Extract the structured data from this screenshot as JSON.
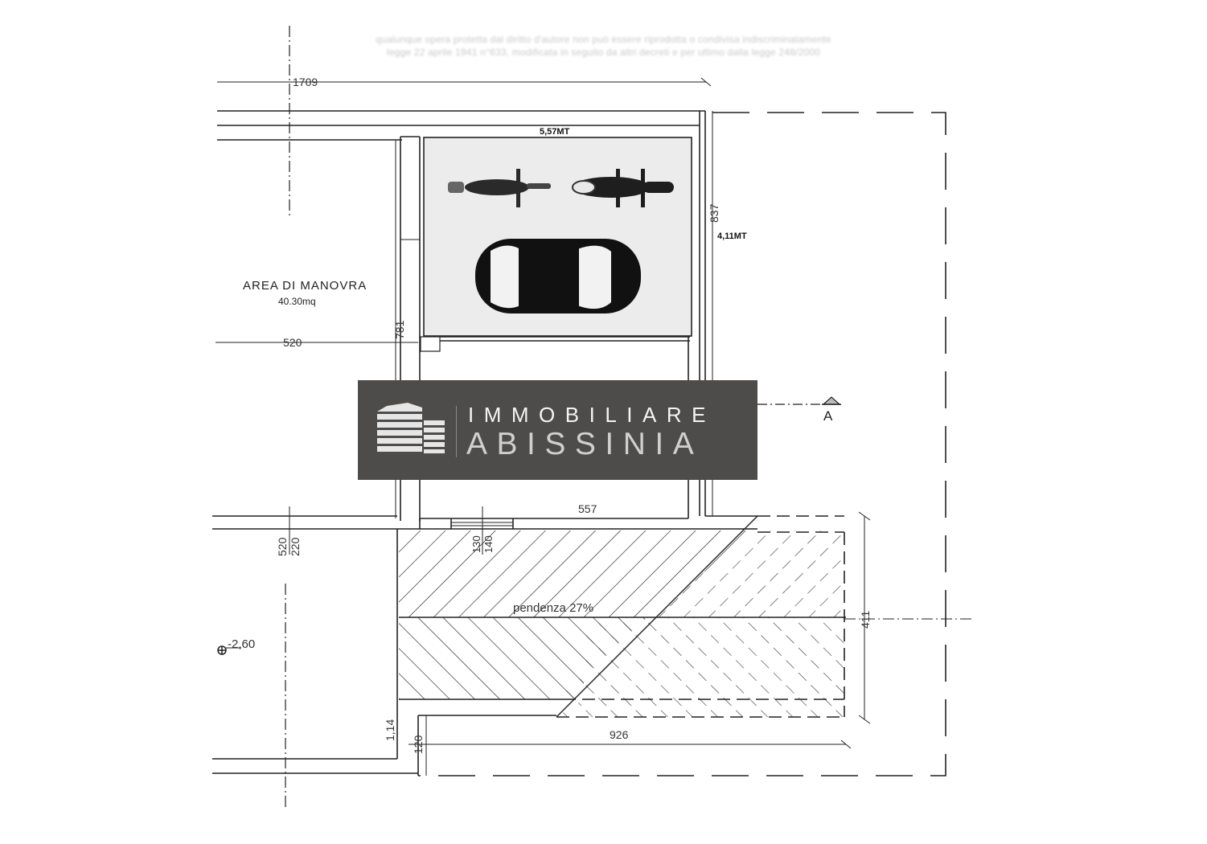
{
  "notice": {
    "line1": "qualunque opera protetta dal diritto d'autore non può essere riprodotta o condivisa indiscriminatamente",
    "line2": "legge 22 aprile 1941 n°633, modificata in seguito da altri decreti e per ultimo dalla legge 248/2000"
  },
  "dimensions": {
    "top_total": "1709",
    "garage_width_label": "5,57MT",
    "garage_depth_dim": "837",
    "garage_depth_label": "4,11MT",
    "left_depth": "781",
    "maneuver_width": "520",
    "inner_width": "557",
    "wall_pair_a": "520",
    "wall_pair_b": "220",
    "door_a": "130",
    "door_b": "140",
    "ramp_height": "411",
    "bottom_left": "1,14",
    "bottom_wall": "120",
    "ramp_length": "926"
  },
  "areas": {
    "maneuver_title": "AREA DI MANOVRA",
    "maneuver_size": "40.30mq"
  },
  "ramp": {
    "slope_label": "pendenza 27%"
  },
  "elevation": {
    "label": "-2,60"
  },
  "section": {
    "label": "A"
  },
  "logo": {
    "line1": "IMMOBILIARE",
    "line2": "ABISSINIA",
    "background": "#4e4c4a"
  },
  "vehicles": [
    {
      "type": "motorcycle",
      "name": "motorcycle-1"
    },
    {
      "type": "motorcycle",
      "name": "motorcycle-2"
    },
    {
      "type": "car",
      "name": "car"
    }
  ]
}
